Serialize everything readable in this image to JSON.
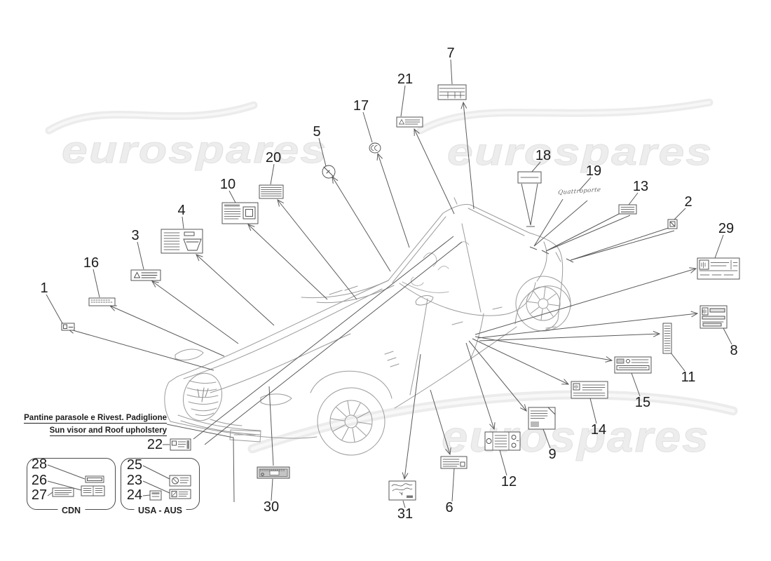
{
  "watermarks": {
    "text": "eurospares"
  },
  "caption": {
    "italian": "Pantine parasole e Rivest. Padiglione",
    "english": "Sun visor and Roof upholstery"
  },
  "groups": {
    "cdn": {
      "label": "CDN"
    },
    "usa_aus": {
      "label": "USA - AUS"
    }
  },
  "emblem": {
    "text": "Quattroporte"
  },
  "callouts": {
    "c1": "1",
    "c2": "2",
    "c3": "3",
    "c4": "4",
    "c5": "5",
    "c6": "6",
    "c7": "7",
    "c8": "8",
    "c9": "9",
    "c10": "10",
    "c11": "11",
    "c12": "12",
    "c13": "13",
    "c14": "14",
    "c15": "15",
    "c16": "16",
    "c17": "17",
    "c18": "18",
    "c19": "19",
    "c20": "20",
    "c21": "21",
    "c22": "22",
    "c23": "23",
    "c24": "24",
    "c25": "25",
    "c26": "26",
    "c27": "27",
    "c28": "28",
    "c29": "29",
    "c30": "30",
    "c31": "31"
  }
}
